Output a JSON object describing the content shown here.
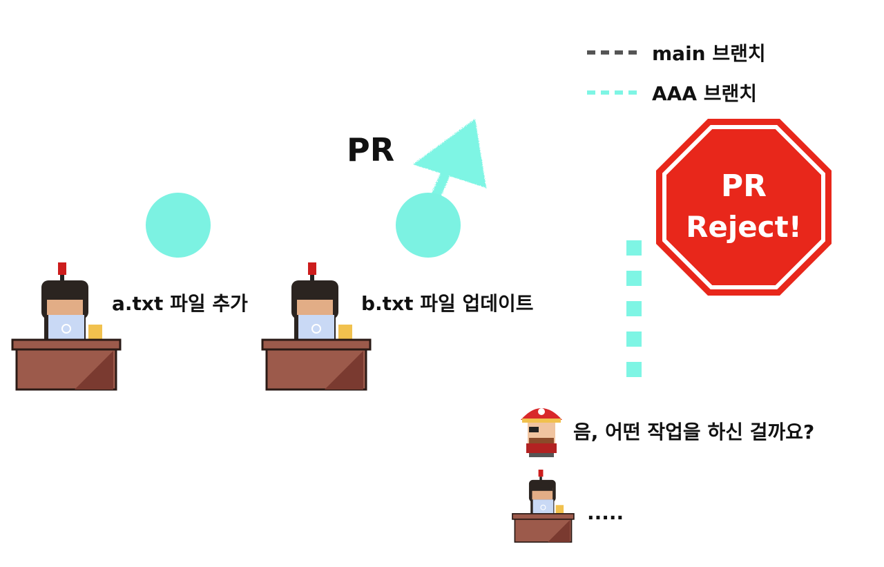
{
  "legend": {
    "main": {
      "label": "main 브랜치",
      "color": "#555555"
    },
    "feature": {
      "label": "AAA 브랜치",
      "color": "#7ef5e4"
    }
  },
  "pr_label": "PR",
  "stop_sign": {
    "line1": "PR",
    "line2": "Reject!",
    "color": "#e8271b"
  },
  "commits": [
    {
      "label": "a.txt 파일 추가"
    },
    {
      "label": "b.txt 파일 업데이트"
    }
  ],
  "reviewer_question": "음, 어떤 작업을 하신 걸까요?",
  "developer_reply": ".....",
  "colors": {
    "main_branch": "#555555",
    "feature_branch": "#7ef5e4",
    "commit_node": "#7cf2e2",
    "desk": "#9c5a4b",
    "reject": "#e8271b"
  }
}
